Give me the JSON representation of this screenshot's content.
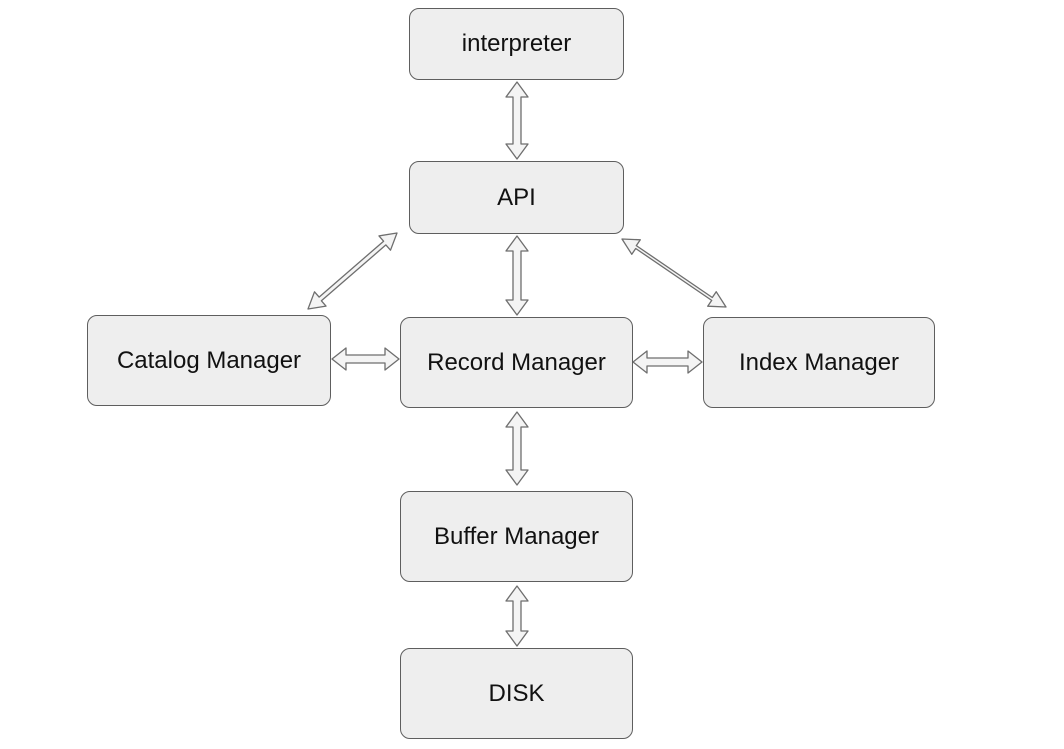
{
  "diagram": {
    "nodes": {
      "interpreter": "interpreter",
      "api": "API",
      "catalog_manager": "Catalog Manager",
      "record_manager": "Record Manager",
      "index_manager": "Index Manager",
      "buffer_manager": "Buffer Manager",
      "disk": "DISK"
    },
    "connections": [
      {
        "from": "interpreter",
        "to": "API",
        "direction": "bidirectional"
      },
      {
        "from": "API",
        "to": "Record Manager",
        "direction": "bidirectional"
      },
      {
        "from": "API",
        "to": "Catalog Manager",
        "direction": "bidirectional"
      },
      {
        "from": "API",
        "to": "Index Manager",
        "direction": "bidirectional"
      },
      {
        "from": "Catalog Manager",
        "to": "Record Manager",
        "direction": "bidirectional"
      },
      {
        "from": "Record Manager",
        "to": "Index Manager",
        "direction": "bidirectional"
      },
      {
        "from": "Record Manager",
        "to": "Buffer Manager",
        "direction": "bidirectional"
      },
      {
        "from": "Buffer Manager",
        "to": "DISK",
        "direction": "bidirectional"
      }
    ],
    "colors": {
      "node_fill": "#eeeeee",
      "node_border": "#5e5e5e",
      "arrow_fill": "#f4f4f4",
      "arrow_stroke": "#6e6e6e",
      "text": "#111111"
    }
  }
}
